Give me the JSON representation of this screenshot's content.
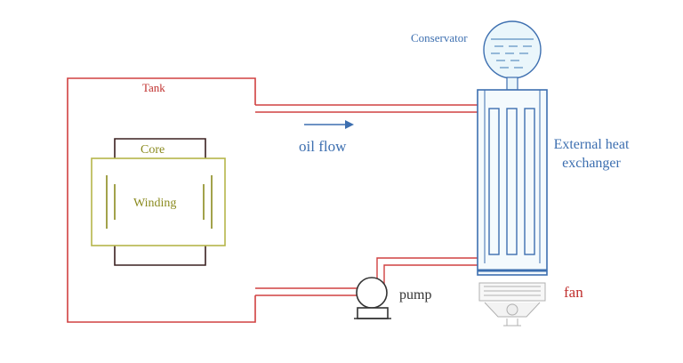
{
  "labels": {
    "tank": "Tank",
    "core": "Core",
    "winding": "Winding",
    "oil_flow": "oil flow",
    "conservator": "Conservator",
    "heat_exchanger": "External heat exchanger",
    "pump": "pump",
    "fan": "fan"
  },
  "colors": {
    "tank": "#c0302e",
    "core_winding": "#8a8a1e",
    "core_frame": "#3a2020",
    "oil_flow": "#3d6fb0",
    "exchanger": "#3d6fb0",
    "fan": "#c0302e"
  }
}
